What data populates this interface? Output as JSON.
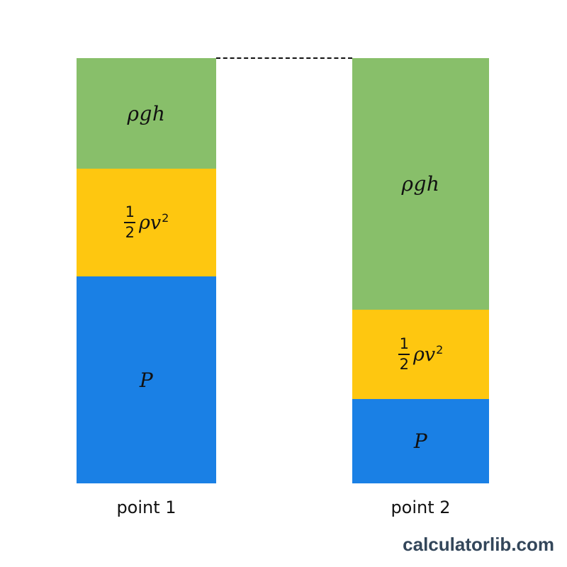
{
  "diagram": {
    "points": [
      {
        "label": "point 1",
        "segments": {
          "gravity": "ρgh",
          "kinetic": {
            "numerator": "1",
            "denominator": "2",
            "body": "ρv",
            "exponent": "2"
          },
          "pressure": "P"
        }
      },
      {
        "label": "point 2",
        "segments": {
          "gravity": "ρgh",
          "kinetic": {
            "numerator": "1",
            "denominator": "2",
            "body": "ρv",
            "exponent": "2"
          },
          "pressure": "P"
        }
      }
    ],
    "colors": {
      "gravity": "#88bf6a",
      "kinetic": "#fec710",
      "pressure": "#1a80e5"
    }
  },
  "watermark": "calculatorlib.com"
}
